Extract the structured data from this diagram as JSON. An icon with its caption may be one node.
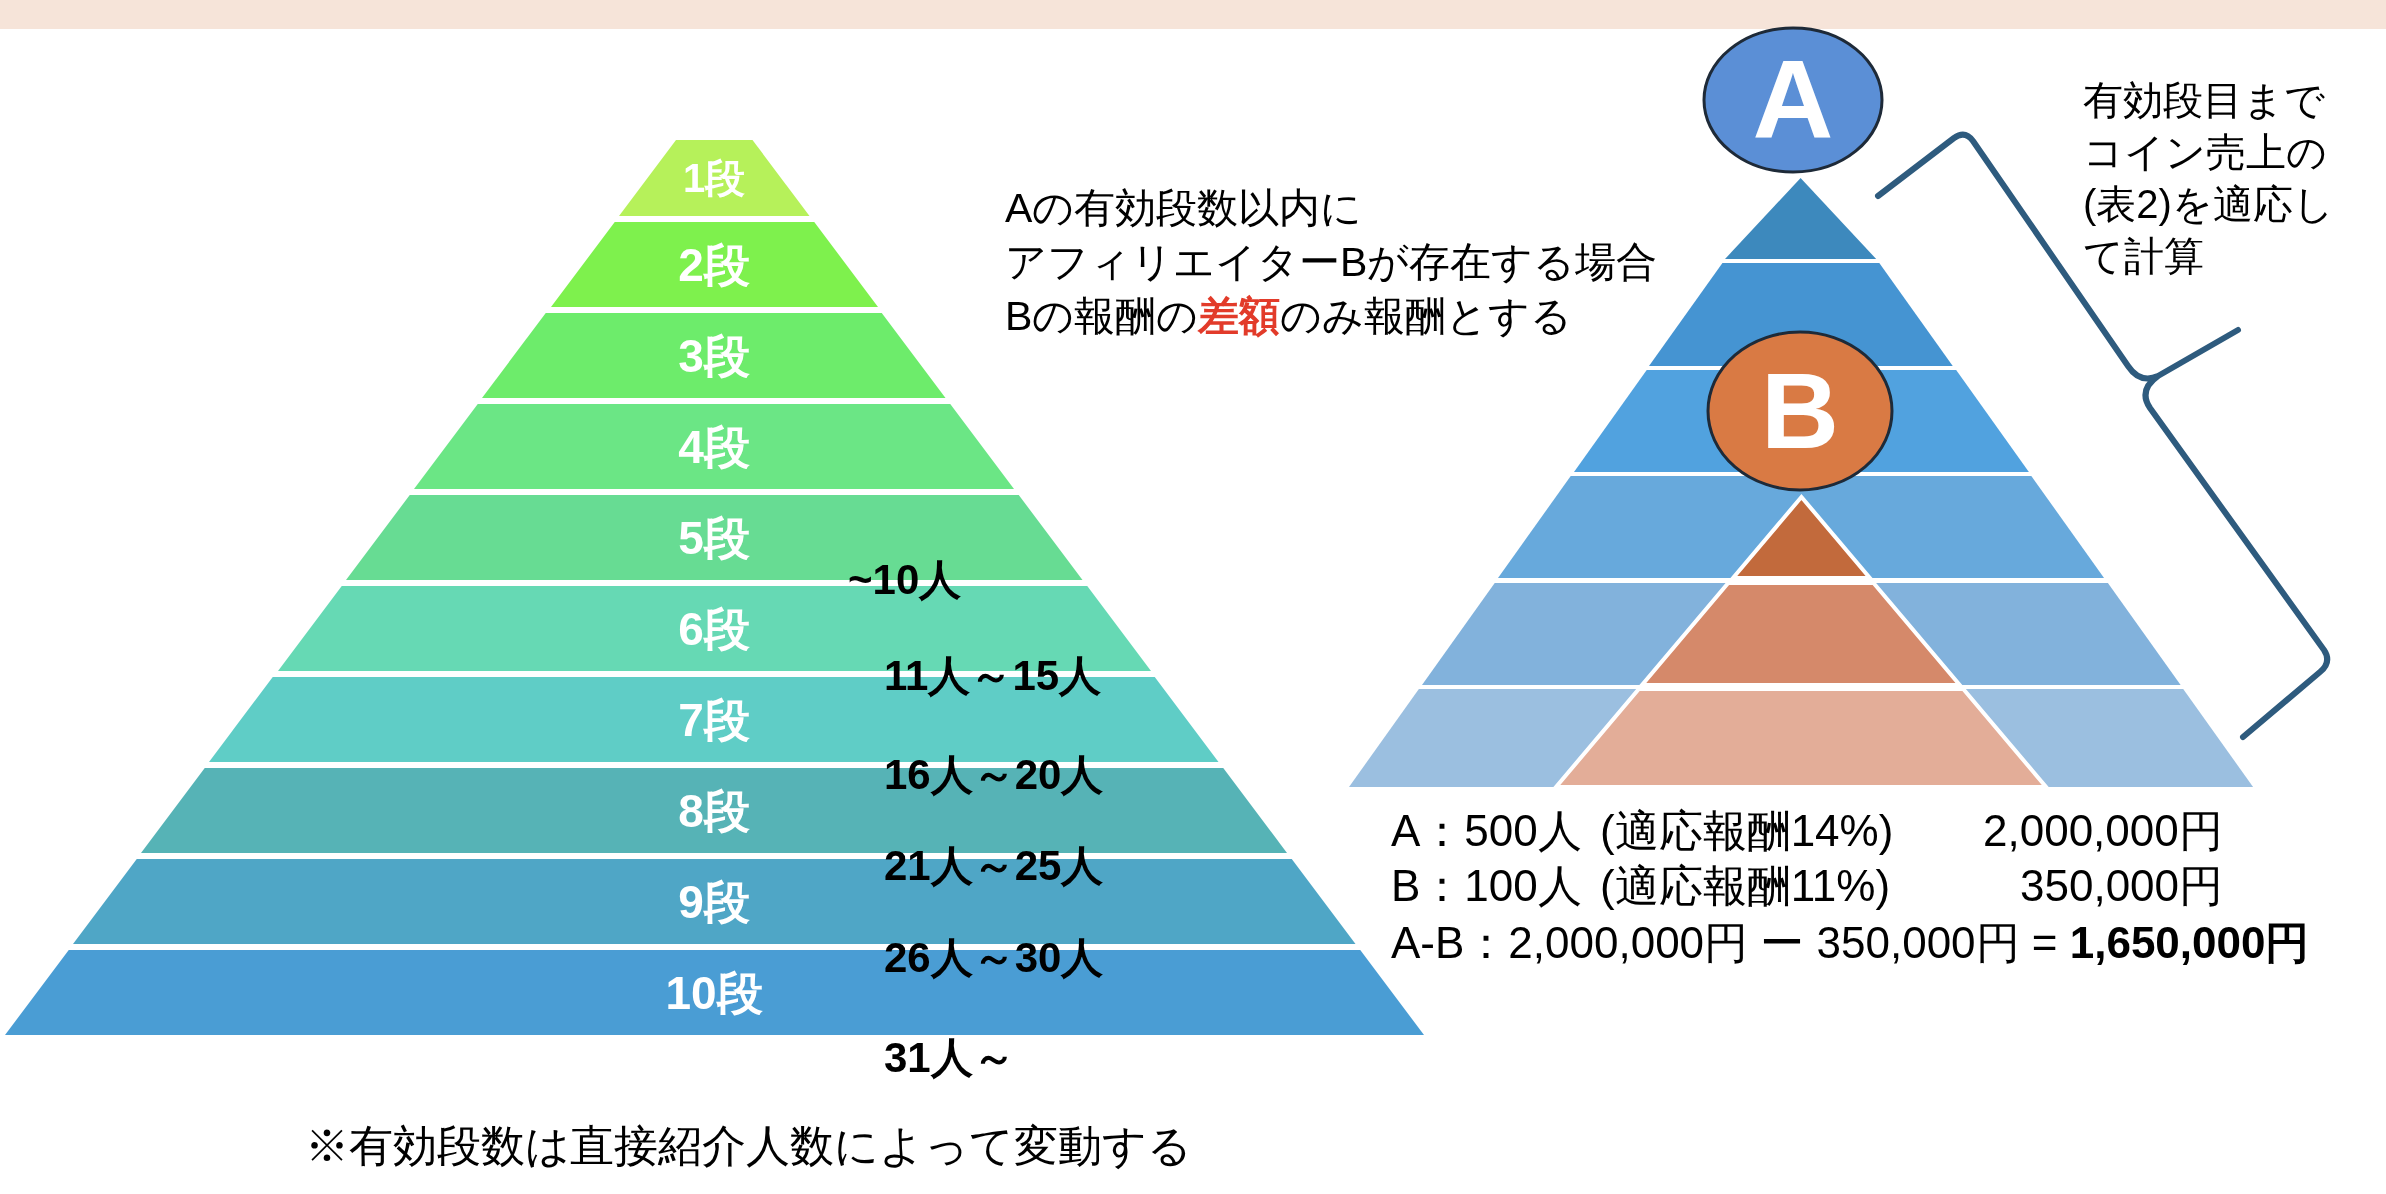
{
  "diagram": {
    "nodes": [
      {
        "text": [
          "1段"
        ]
      },
      {
        "text": [
          "2段"
        ]
      },
      {
        "text": [
          "3段"
        ]
      },
      {
        "text": [
          "4段"
        ]
      },
      {
        "text": [
          "5段"
        ]
      },
      {
        "text": [
          "6段"
        ]
      },
      {
        "text": [
          "7段"
        ]
      },
      {
        "text": [
          "8段"
        ]
      },
      {
        "text": [
          "9段"
        ]
      },
      {
        "text": [
          "10段"
        ]
      },
      {
        "text": [
          "A"
        ]
      },
      {
        "text": [],
        "shape": "triangle"
      },
      {
        "text": [],
        "shape": "trapezoid"
      },
      {
        "text": [
          "B"
        ]
      },
      {
        "text": [],
        "shape": "trapezoid"
      },
      {
        "text": [],
        "shape": "trapezoid"
      },
      {
        "text": [],
        "shape": "triangle",
        "in": 15
      },
      {
        "text": [],
        "shape": "trapezoid"
      },
      {
        "text": [],
        "shape": "trapezoid",
        "in": 17
      },
      {
        "text": [],
        "shape": "trapezoid"
      },
      {
        "text": [],
        "shape": "trapezoid",
        "in": 19
      }
    ],
    "labels": [
      "Aの有効段数以内に",
      "アフィリエイターBが存在する場合",
      "Bの報酬の**差額**のみ報酬とする",
      "有効段目までコイン売上の(表2)を適応して計算",
      "~10人",
      "11人～15人",
      "16人～20人",
      "21人～25人",
      "26人～30人",
      "31人～",
      "A：500人",
      "(適応報酬14%)",
      "2,000,000円",
      "B：100人",
      "(適応報酬11%)",
      "350,000円",
      "A-B：2,000,000円 ー 350,000円 = **1,650,000円**",
      "※有効段数は直接紹介人数によって変動する"
    ]
  }
}
